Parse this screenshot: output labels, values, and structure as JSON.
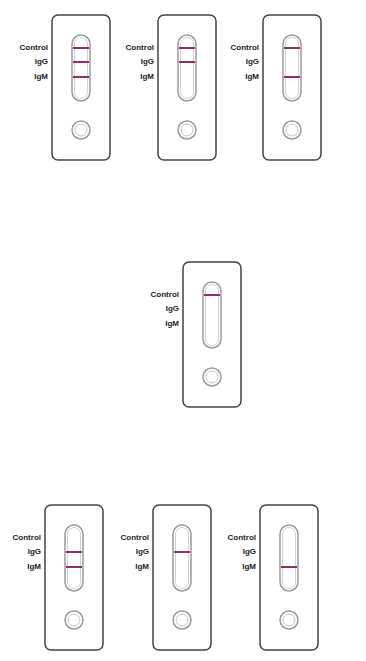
{
  "diagram": {
    "labels": [
      "Control",
      "IgG",
      "IgM",
      "Control",
      "IgG",
      "IgM",
      "Control",
      "IgG",
      "IgM",
      "Control",
      "IgG",
      "IgM",
      "Control",
      "IgG",
      "IgM",
      "Control",
      "IgG",
      "IgM",
      "Control",
      "IgG",
      "IgM"
    ]
  }
}
